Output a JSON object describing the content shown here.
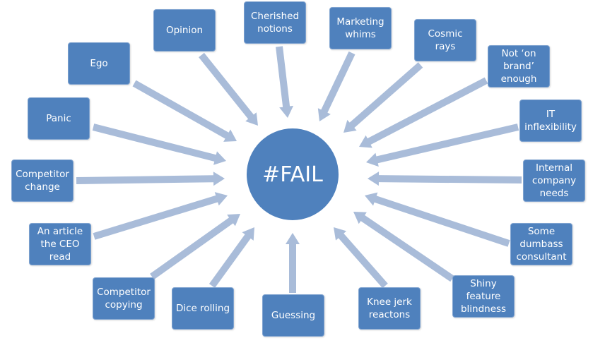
{
  "colors": {
    "box": "#4f81bd",
    "arrow": "#a9bcd9"
  },
  "center": {
    "label": "#FAIL"
  },
  "causes": [
    {
      "id": "opinion",
      "label": "Opinion"
    },
    {
      "id": "cherished",
      "label": "Cherished notions"
    },
    {
      "id": "marketing",
      "label": "Marketing whims"
    },
    {
      "id": "cosmic",
      "label": "Cosmic rays"
    },
    {
      "id": "brand",
      "label": "Not ‘on brand’ enough"
    },
    {
      "id": "it",
      "label": "IT inflexibility"
    },
    {
      "id": "internal",
      "label": "Internal company needs"
    },
    {
      "id": "consultant",
      "label": "Some dumbass consultant"
    },
    {
      "id": "shiny",
      "label": "Shiny feature blindness"
    },
    {
      "id": "knee",
      "label": "Knee jerk reactons"
    },
    {
      "id": "guessing",
      "label": "Guessing"
    },
    {
      "id": "dice",
      "label": "Dice rolling"
    },
    {
      "id": "copying",
      "label": "Competitor copying"
    },
    {
      "id": "article",
      "label": "An article the CEO read"
    },
    {
      "id": "change",
      "label": "Competitor change"
    },
    {
      "id": "panic",
      "label": "Panic"
    },
    {
      "id": "ego",
      "label": "Ego"
    }
  ]
}
